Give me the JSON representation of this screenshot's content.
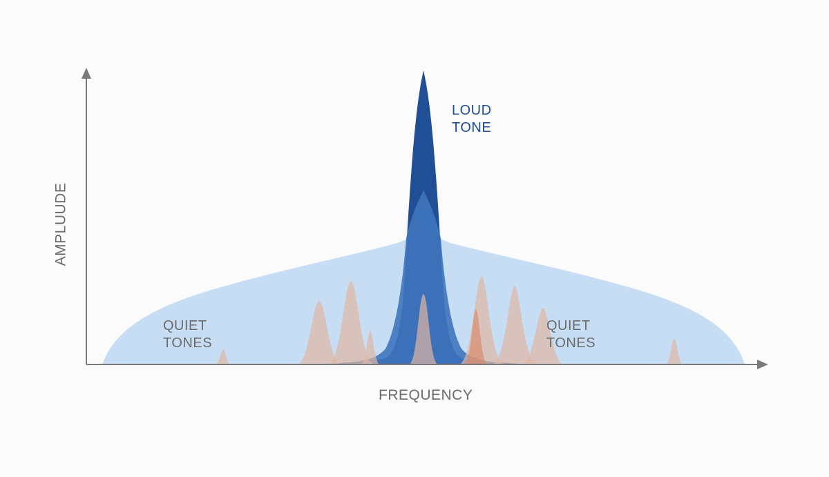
{
  "labels": {
    "loud_tone": [
      "LOUD",
      "TONE"
    ],
    "quiet_tones_left": [
      "QUIET",
      "TONES"
    ],
    "quiet_tones_right": [
      "QUIET",
      "TONES"
    ],
    "x_axis": "FREQUENCY",
    "y_axis": "AMPLUUDE"
  },
  "colors": {
    "background": "#fbfbfc",
    "axis": "#7a7a7a",
    "masking_envelope": "#a9cdef",
    "loud_tone_peak": "#15468f",
    "loud_tone_body": "#3f75bd",
    "quiet_tone_fill": "#e0b6a4",
    "highlight_tone_fill": "#d9845f",
    "loud_label_text": "#1f4d9b",
    "quiet_label_text": "#6b6b6b",
    "axis_label_text": "#6b6b6b"
  }
}
